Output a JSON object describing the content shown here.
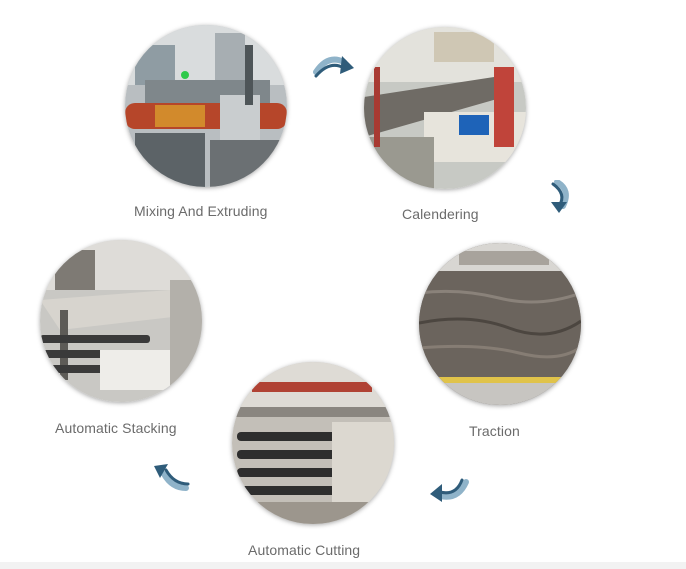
{
  "steps": [
    {
      "id": "mixing",
      "label": "Mixing And Extruding"
    },
    {
      "id": "calendering",
      "label": "Calendering"
    },
    {
      "id": "traction",
      "label": "Traction"
    },
    {
      "id": "cutting",
      "label": "Automatic Cutting"
    },
    {
      "id": "stacking",
      "label": "Automatic Stacking"
    }
  ],
  "colors": {
    "label": "#6b6b6b",
    "arrow_dark": "#2f5c7a",
    "arrow_light": "#8fb3c9"
  },
  "icons": [
    "curved-arrow-icon"
  ]
}
